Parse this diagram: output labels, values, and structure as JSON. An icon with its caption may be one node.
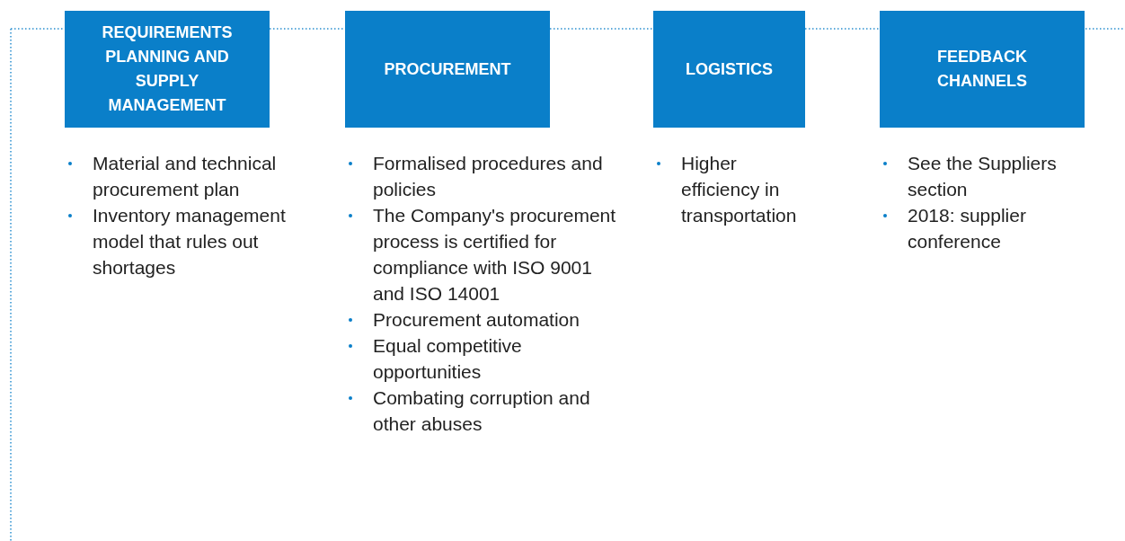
{
  "diagram": {
    "nodes": [
      {
        "text": [
          "REQUIREMENTS PLANNING AND SUPPLY MANAGEMENT"
        ],
        "beside": [
          "Material and technical procurement plan",
          "Inventory management model that rules out shortages"
        ]
      },
      {
        "text": [
          "PROCUREMENT"
        ],
        "beside": [
          "Formalised procedures and policies",
          "The Company's procurement process is certified for compliance with ISO 9001 and ISO 14001",
          "Procurement automation",
          "Equal competitive opportunities",
          "Combating corruption and other abuses"
        ]
      },
      {
        "text": [
          "LOGISTICS"
        ],
        "beside": [
          "Higher efficiency in transportation"
        ]
      },
      {
        "text": [
          "FEEDBACK CHANNELS"
        ],
        "beside": [
          "See the Suppliers section",
          "2018: supplier conference"
        ]
      }
    ]
  }
}
